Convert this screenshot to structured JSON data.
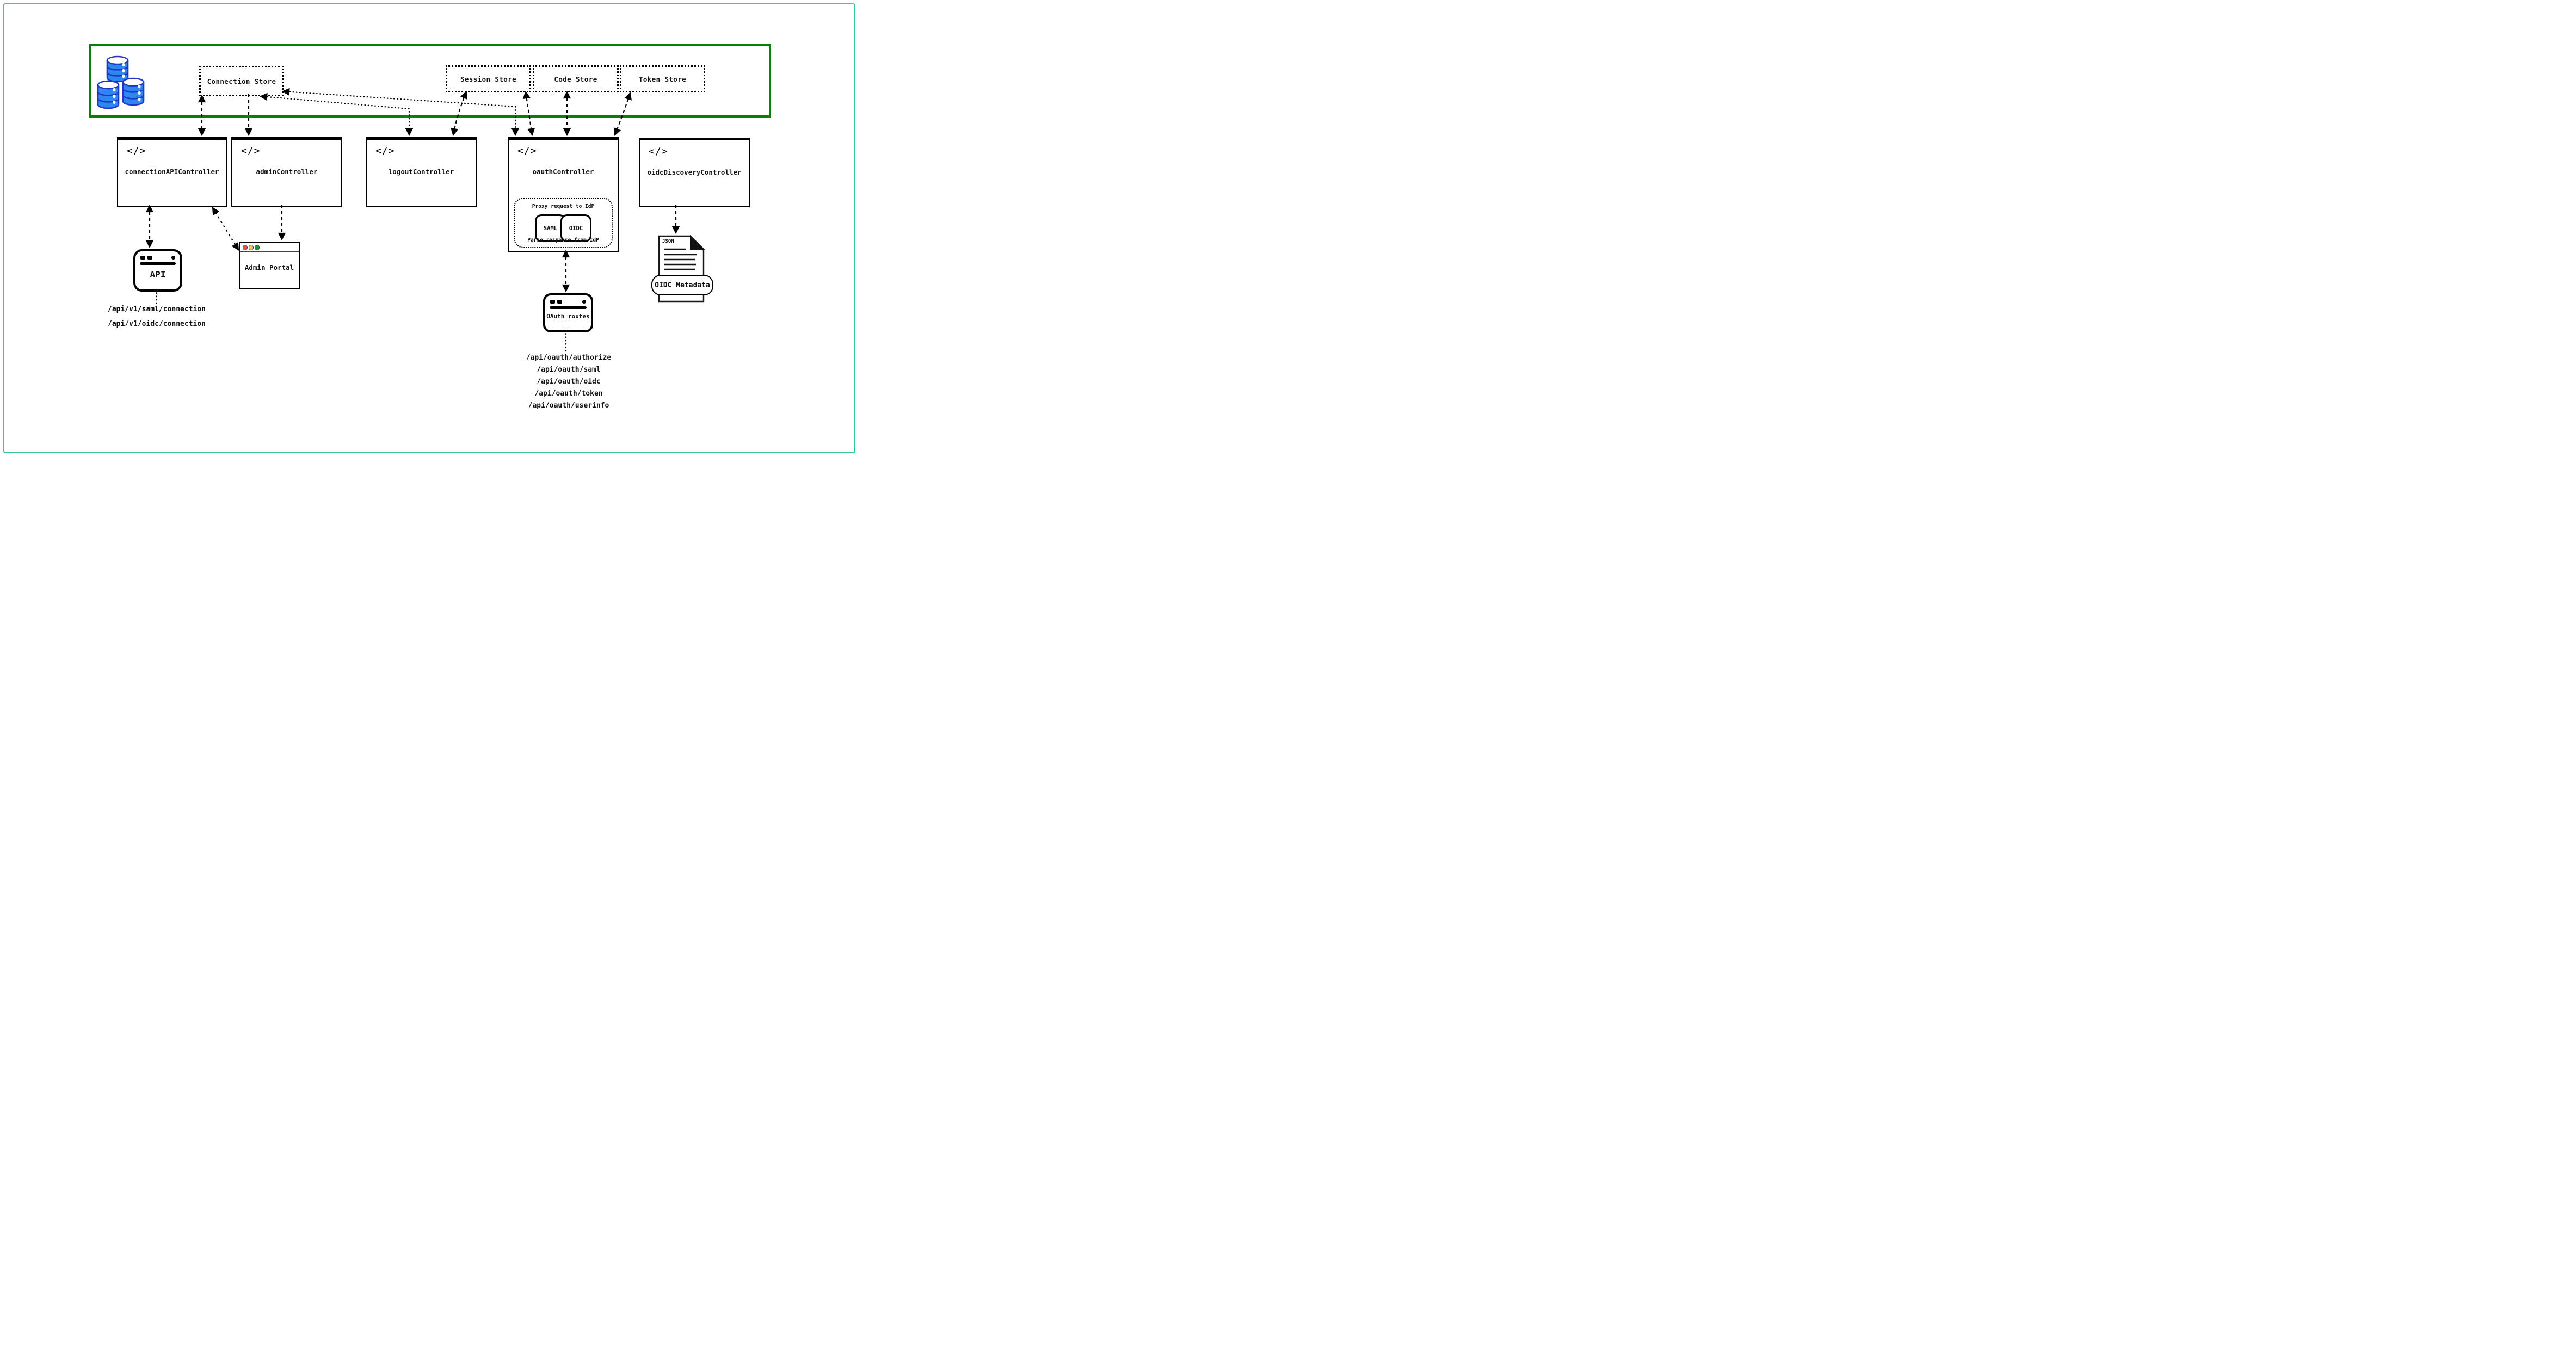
{
  "frame": {
    "outer_border_color": "#33c79e",
    "store_container_border_color": "#0a800a",
    "database_fill_color": "#2e86f0",
    "database_stroke_color": "#2236c8"
  },
  "stores": {
    "connection": "Connection Store",
    "session": "Session Store",
    "code": "Code Store",
    "token": "Token Store"
  },
  "icons": {
    "code_glyph": "</>",
    "doc_type_label": "JSON"
  },
  "controllers": {
    "connection_api": "connectionAPIController",
    "admin": "adminController",
    "logout": "logoutController",
    "oauth": "oauthController",
    "oidc_discovery": "oidcDiscoveryController"
  },
  "oauth_proxy": {
    "title": "Proxy request to IdP",
    "saml": "SAML",
    "oidc": "OIDC",
    "footer": "Parse response from IdP"
  },
  "clients": {
    "api": {
      "label": "API",
      "routes": [
        "/api/v1/saml/connection",
        "/api/v1/oidc/connection"
      ]
    },
    "admin_portal": {
      "label": "Admin Portal"
    },
    "oauth_routes": {
      "label": "OAuth routes",
      "routes": [
        "/api/oauth/authorize",
        "/api/oauth/saml",
        "/api/oauth/oidc",
        "/api/oauth/token",
        "/api/oauth/userinfo"
      ]
    },
    "oidc_metadata": {
      "label": "OIDC Metadata"
    }
  }
}
